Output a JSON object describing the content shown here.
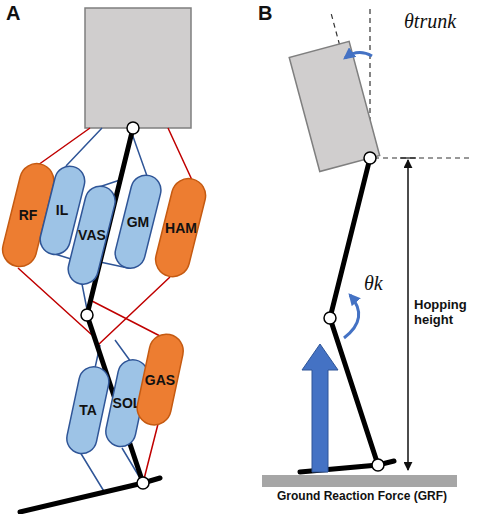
{
  "diagram": {
    "nodes": [
      {
        "text": [
          "RF"
        ]
      },
      {
        "text": [
          "IL"
        ]
      },
      {
        "text": [
          "VAS"
        ]
      },
      {
        "text": [
          "GM"
        ]
      },
      {
        "text": [
          "HAM"
        ]
      },
      {
        "text": [
          "TA"
        ]
      },
      {
        "text": [
          "SOL"
        ]
      },
      {
        "text": [
          "GAS"
        ]
      }
    ],
    "labels": [
      "A",
      "B",
      "θtrunk",
      "θk",
      "Hopping height",
      "Ground Reaction Force (GRF)"
    ]
  }
}
